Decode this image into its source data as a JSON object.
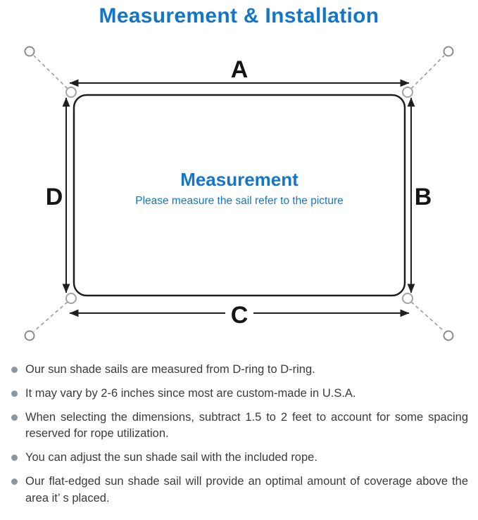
{
  "header": {
    "title": "Measurement & Installation"
  },
  "diagram": {
    "dimension_labels": {
      "top": "A",
      "right": "B",
      "bottom": "C",
      "left": "D"
    },
    "center": {
      "title": "Measurement",
      "subtitle": "Please measure the sail refer to the picture"
    }
  },
  "notes": {
    "items": [
      "Our sun shade sails are measured from D-ring to D-ring.",
      "It may vary by 2-6 inches since most are custom-made in U.S.A.",
      "When selecting the dimensions, subtract 1.5 to 2 feet to account for some spacing reserved for rope utilization.",
      "You can adjust the sun shade sail with the included rope.",
      "Our flat-edged sun shade sail will provide an optimal amount of coverage above the area it’ s placed."
    ]
  },
  "colors": {
    "accent_blue": "#1476c9",
    "line_black": "#1f1f1f",
    "ring_gray": "#a3a3a3",
    "anchor_gray": "#8c8c8c",
    "bullet_gray": "#8e979e",
    "text_dark": "#3b3b3b"
  }
}
